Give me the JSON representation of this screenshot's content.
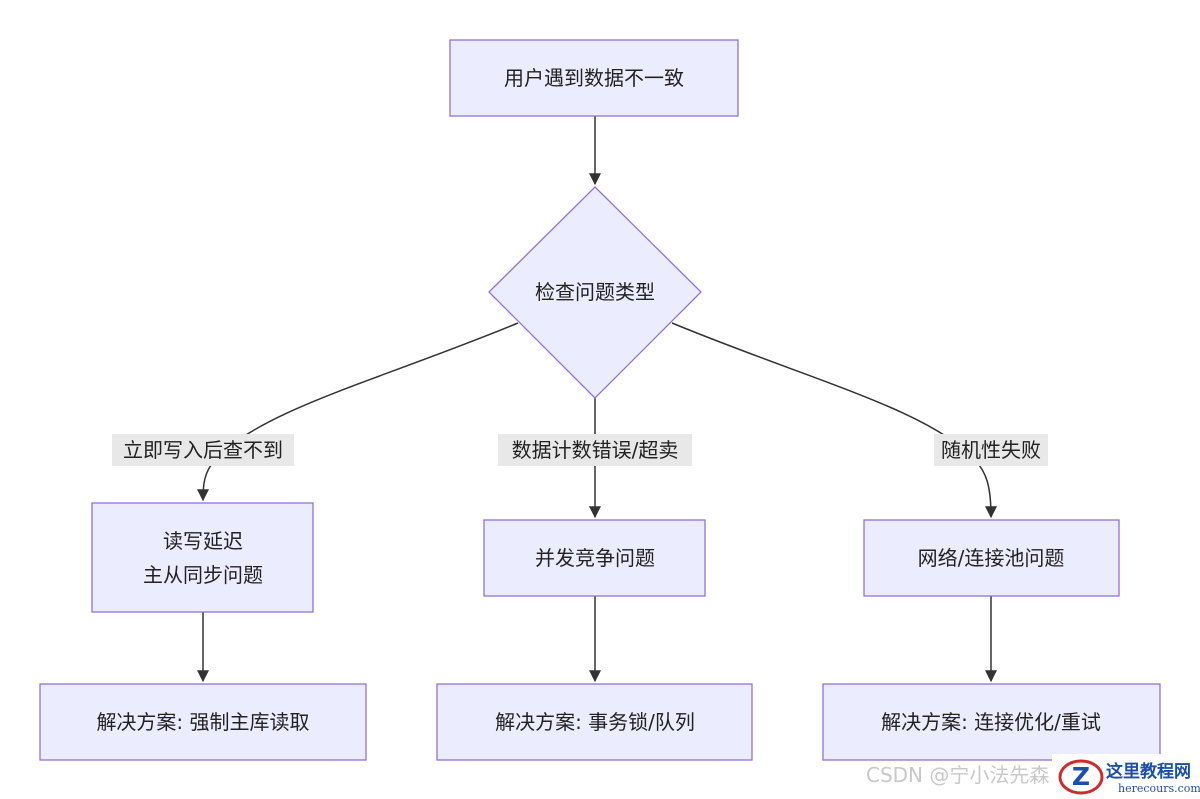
{
  "nodes": {
    "start": "用户遇到数据不一致",
    "decision": "检查问题类型",
    "read_write_delay": [
      "读写延迟",
      "主从同步问题"
    ],
    "concurrency": "并发竞争问题",
    "network": "网络/连接池问题",
    "solution_master": "解决方案: 强制主库读取",
    "solution_lock": "解决方案: 事务锁/队列",
    "solution_retry": "解决方案: 连接优化/重试"
  },
  "edges": {
    "label_left": "立即写入后查不到",
    "label_center": "数据计数错误/超卖",
    "label_right": "随机性失败"
  },
  "watermark": {
    "text": "CSDN @宁小法先森",
    "logo_name": "这里教程网",
    "logo_url": "herecours.com"
  },
  "colors": {
    "node_fill": "#ECECFF",
    "node_stroke": "#9370DB",
    "edge": "#333333",
    "label_bg": "#E8E8E8"
  }
}
